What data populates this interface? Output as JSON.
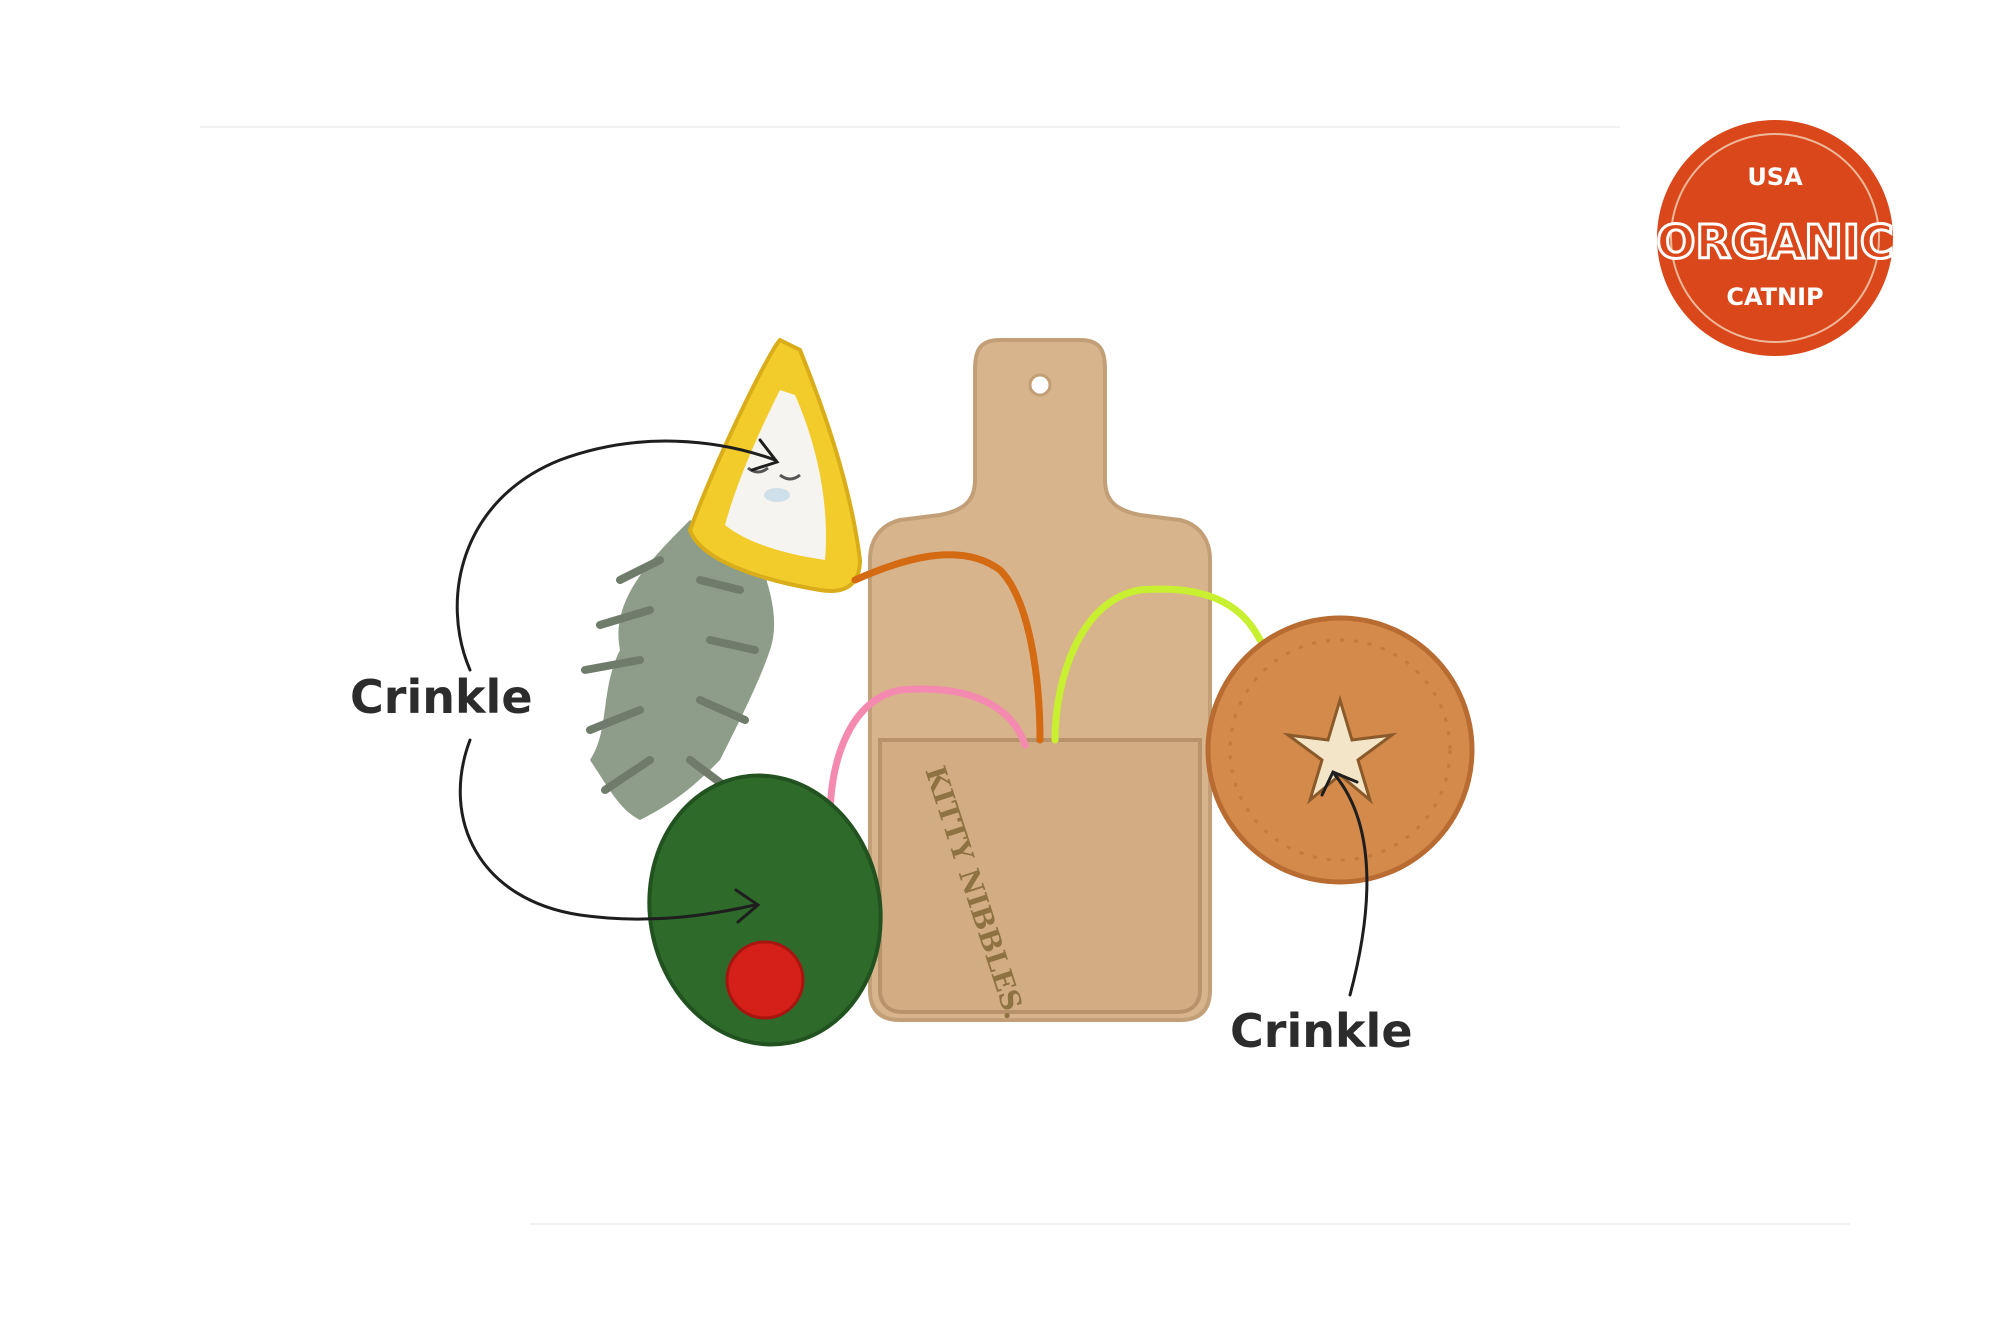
{
  "labels": {
    "left_callout": "Crinkle",
    "right_callout": "Crinkle"
  },
  "badge": {
    "top_text": "USA",
    "main_text": "ORGANIC",
    "bottom_text": "CATNIP",
    "color": "#d9471a"
  },
  "board_print": "KITTY NIBBLES.",
  "colors": {
    "board": "#d8b48c",
    "cheese_rind": "#f2cc2a",
    "cheese_center": "#f6f4f0",
    "olive": "#2e6b2b",
    "pimento": "#d42018",
    "cracker": "#d48a4a",
    "feather": "#8e9c8a",
    "cord_orange": "#d46a12",
    "cord_green": "#c8f030",
    "cord_pink": "#f58ab0"
  }
}
